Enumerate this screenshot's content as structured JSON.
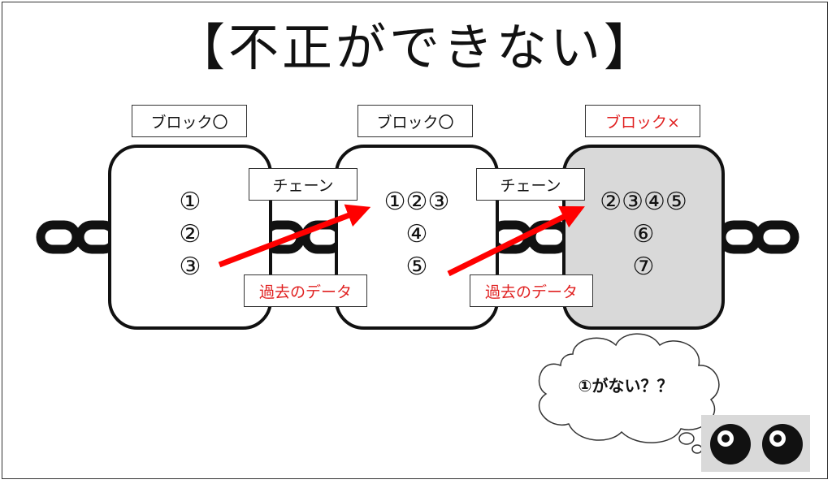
{
  "title": "【不正ができない】",
  "blocks": [
    {
      "label": "ブロック〇",
      "lines": [
        "①",
        "②",
        "③"
      ]
    },
    {
      "label": "ブロック〇",
      "lines": [
        "①②③",
        "④",
        "⑤"
      ]
    },
    {
      "label": "ブロック×",
      "lines": [
        "②③④⑤",
        "⑥",
        "⑦"
      ]
    }
  ],
  "chain_labels": [
    "チェーン",
    "チェーン"
  ],
  "past_data_labels": [
    "過去のデータ",
    "過去のデータ"
  ],
  "thought_bubble": "①がない？？",
  "colors": {
    "accent_red": "#e02020",
    "tampered_block_fill": "#d9d9d9"
  },
  "icons": [
    "chain-link-icon",
    "eyes-icon",
    "thought-bubble-icon"
  ]
}
